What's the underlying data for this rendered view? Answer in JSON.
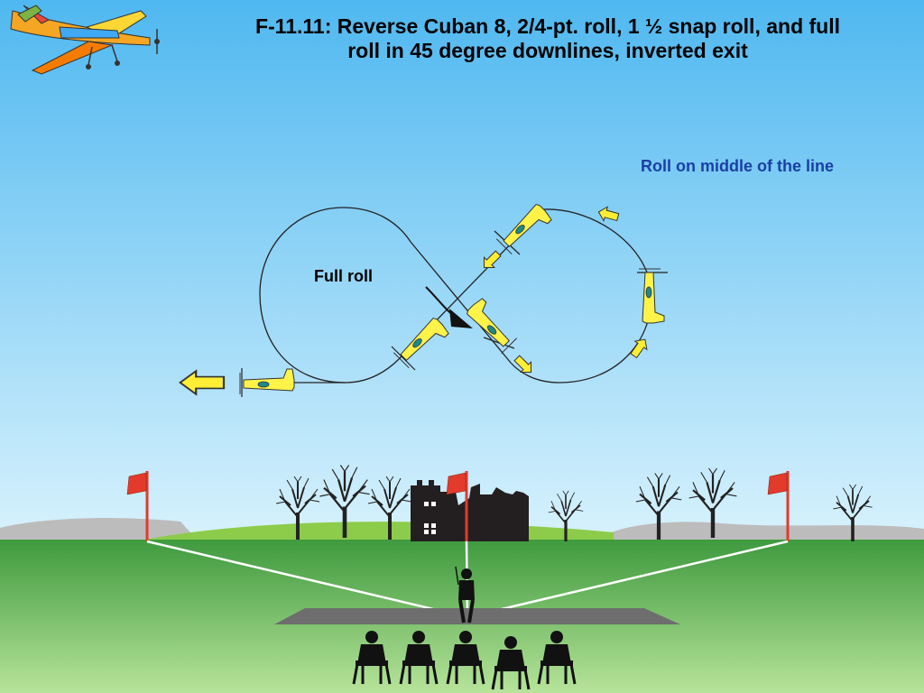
{
  "title": {
    "line1": "F-11.11: Reverse Cuban 8, 2/4-pt. roll, 1 ½ snap roll, and full",
    "line2": "roll in 45 degree downlines, inverted exit"
  },
  "annotations": {
    "roll_note": "Roll on middle of the line",
    "full_roll": "Full roll"
  },
  "colors": {
    "sky_top": "#4fb8f0",
    "sky_bottom": "#d8f2fd",
    "grass_top": "#3f9a3e",
    "grass_bottom": "#b7e49a",
    "plane_fill": "#fff34a",
    "arrow_fill": "#ffee33",
    "flag": "#e23b2c",
    "note_text": "#1a3fa6"
  },
  "icons": [
    "airplane-logo-icon",
    "flag-icon",
    "tree-icon",
    "castle-icon",
    "pilot-icon",
    "judge-icon",
    "direction-arrow-icon"
  ]
}
